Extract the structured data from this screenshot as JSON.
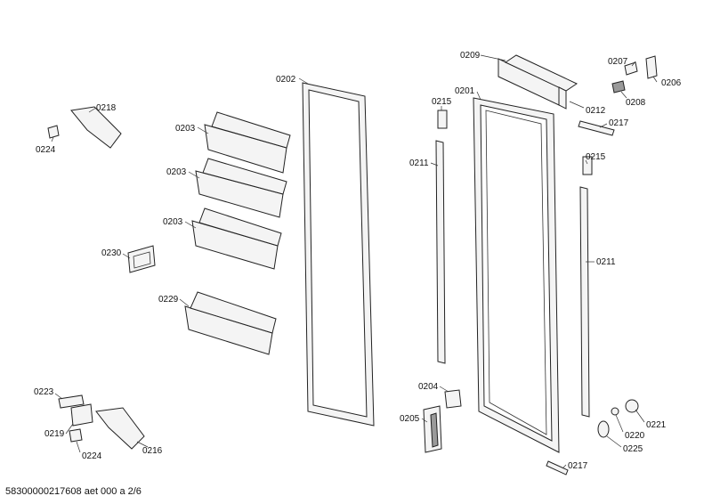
{
  "labels": {
    "l0202": "0202",
    "l0209": "0209",
    "l0207": "0207",
    "l0206": "0206",
    "l0208": "0208",
    "l0201": "0201",
    "l0212": "0212",
    "l0215a": "0215",
    "l0217a": "0217",
    "l0215b": "0215",
    "l0211a": "0211",
    "l0211b": "0211",
    "l0218": "0218",
    "l0224a": "0224",
    "l0203a": "0203",
    "l0203b": "0203",
    "l0203c": "0203",
    "l0230": "0230",
    "l0229": "0229",
    "l0223": "0223",
    "l0219": "0219",
    "l0224b": "0224",
    "l0216": "0216",
    "l0204": "0204",
    "l0205": "0205",
    "l0221": "0221",
    "l0220": "0220",
    "l0225": "0225",
    "l0217b": "0217"
  },
  "footer": "58300000217608 aet 000 a 2/6"
}
